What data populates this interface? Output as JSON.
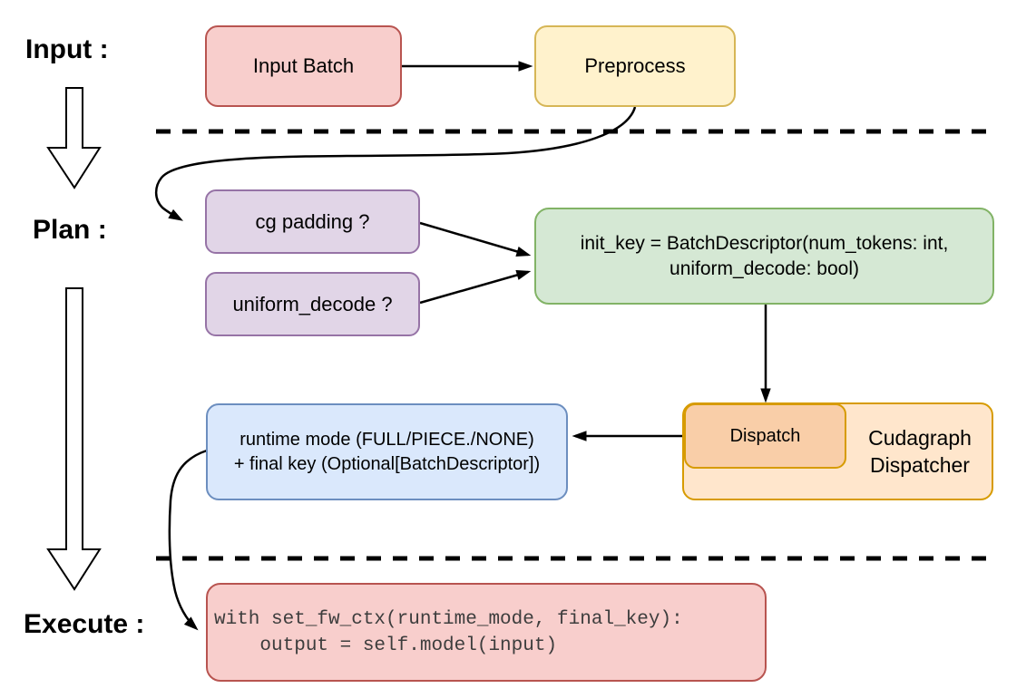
{
  "diagram": {
    "title_hint": "Cudagraph dispatch flow",
    "stage_labels": {
      "input": "Input :",
      "plan": "Plan :",
      "execute": "Execute :"
    },
    "boxes": {
      "input_batch": {
        "label": "Input Batch",
        "fill": "#F8CECC",
        "stroke": "#B85450"
      },
      "preprocess": {
        "label": "Preprocess",
        "fill": "#FFF2CC",
        "stroke": "#D6B656"
      },
      "cg_padding": {
        "label": "cg padding ?",
        "fill": "#E1D5E7",
        "stroke": "#9673A6"
      },
      "uniform_decode": {
        "label": "uniform_decode ?",
        "fill": "#E1D5E7",
        "stroke": "#9673A6"
      },
      "init_key": {
        "line1": "init_key = BatchDescriptor(num_tokens: int,",
        "line2": "uniform_decode: bool)",
        "fill": "#D5E8D4",
        "stroke": "#82B366"
      },
      "dispatch": {
        "label": "Dispatch",
        "fill": "#F9CEA8",
        "stroke": "#D79B00"
      },
      "cudagraph_dispatcher": {
        "line1": "Cudagraph",
        "line2": "Dispatcher",
        "fill": "#FFE6CC",
        "stroke": "#D79B00"
      },
      "runtime_mode": {
        "line1": "runtime mode (FULL/PIECE./NONE)",
        "line2": "+ final key (Optional[BatchDescriptor])",
        "fill": "#DAE8FC",
        "stroke": "#6C8EBF"
      },
      "execute_code": {
        "code_line1": "with set_fw_ctx(runtime_mode, final_key):",
        "code_line2": "    output = self.model(input)",
        "fill": "#F8CECC",
        "stroke": "#B85450"
      }
    },
    "connector_color": "#000000",
    "divider_color": "#000000"
  }
}
